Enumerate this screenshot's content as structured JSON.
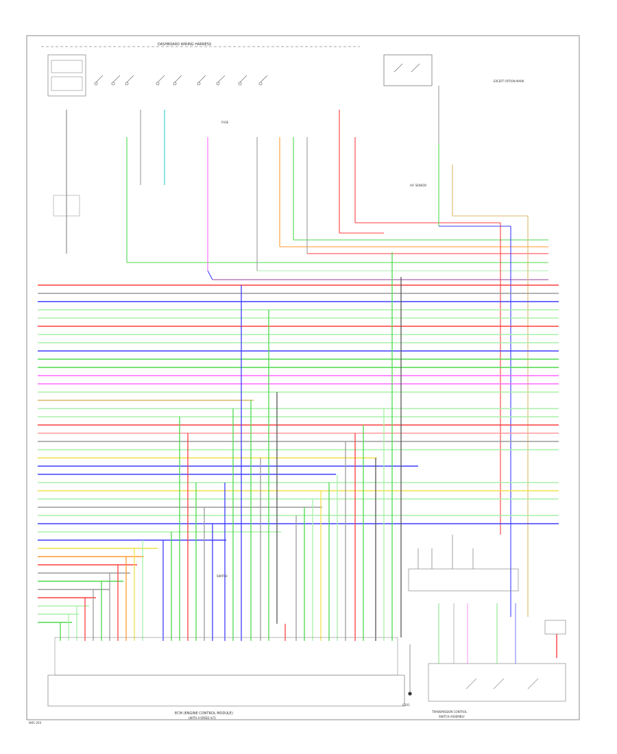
{
  "colors": {
    "red": "#ff3b3b",
    "blue": "#3b3bff",
    "green": "#4cd94c",
    "lightgreen": "#a8f0a8",
    "pink": "#ff66ff",
    "orange": "#ff9a2e",
    "yellow": "#f0e04c",
    "gray": "#9a9a9a",
    "darkgray": "#555555",
    "tan": "#d9b96a",
    "cyan": "#33cccc",
    "lightblue": "#8fb8ff"
  },
  "labels": {
    "top_harness": "DASHBOARD WIRING HARNESS",
    "ecm_title": "ECM (ENGINE CONTROL MODULE)",
    "ecm_subtitle": "(WITH 4-SPEED A/T)",
    "tcm_title": "TRANSMISSION CONTROL",
    "tcm_subtitle": "SWITCH ASSEMBLY",
    "right_note": "EXCEPT OPTION MARK",
    "fuse_label": "FUSE",
    "cam_sensor": "A/F SENSOR",
    "sw_label": "SWITCH",
    "gnd_label": "G101",
    "page_tag": "W41-203"
  }
}
